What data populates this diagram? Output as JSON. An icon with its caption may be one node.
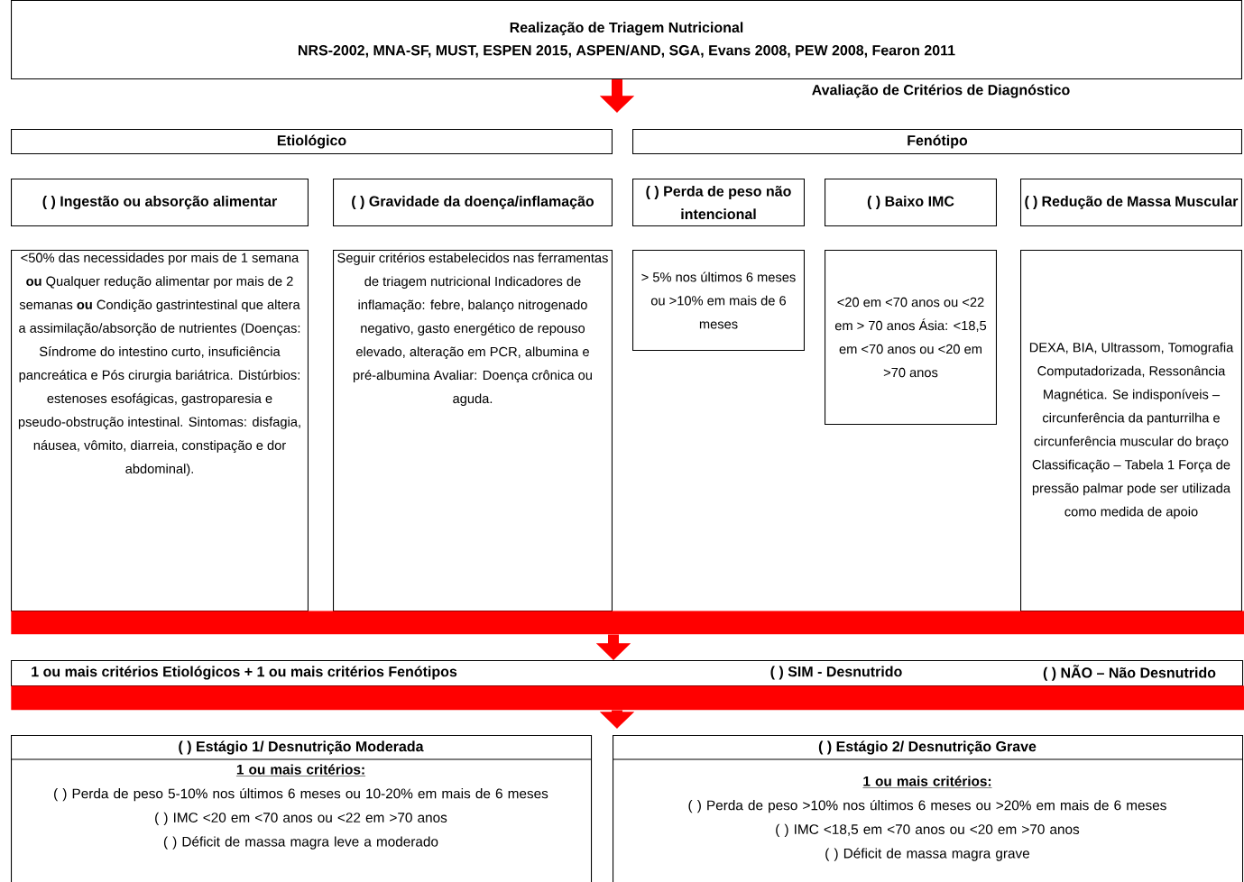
{
  "diagram": {
    "nodes": [
      {
        "text": [
          "Realização de Triagem Nutricional",
          "NRS-2002, MNA-SF, MUST, ESPEN 2015, ASPEN/AND, SGA, Evans 2008, PEW 2008, Fearon 2011"
        ]
      },
      {
        "text": [
          "Etiológico"
        ]
      },
      {
        "text": [
          "Fenótipo"
        ]
      },
      {
        "text": [
          "( ) Ingestão ou absorção alimentar"
        ]
      },
      {
        "text": [
          "( ) Gravidade da doença/inflamação"
        ]
      },
      {
        "text": [
          "( ) Perda de peso não intencional"
        ]
      },
      {
        "text": [
          "( ) Baixo IMC"
        ]
      },
      {
        "text": [
          "( ) Redução de Massa Muscular"
        ]
      },
      {
        "text": [
          "<50% das necessidades por mais de 1 semana **ou** Qualquer redução alimentar por mais de 2 semanas **ou** Condição gastrintestinal que altera a assimilação/absorção de nutrientes (Doenças: Síndrome do intestino curto, insuficiência pancreática e Pós cirurgia bariátrica. Distúrbios: estenoses esofágicas, gastroparesia e pseudo-obstrução intestinal. Sintomas: disfagia, náusea, vômito, diarreia, constipação e dor abdominal)."
        ]
      },
      {
        "text": [
          "Seguir critérios estabelecidos nas ferramentas de triagem nutricional Indicadores de inflamação: febre, balanço nitrogenado negativo, gasto energético de repouso elevado, alteração em PCR, albumina e pré-albumina Avaliar: Doença crônica ou aguda."
        ]
      },
      {
        "text": [
          "> 5% nos últimos 6 meses ou >10% em mais de 6 meses"
        ]
      },
      {
        "text": [
          "<20 em <70 anos ou <22 em > 70 anos Ásia: <18,5 em <70 anos ou <20 em >70 anos"
        ]
      },
      {
        "text": [
          "DEXA, BIA, Ultrassom, Tomografia Computadorizada, Ressonância Magnética. Se indisponíveis – circunferência da panturrilha e circunferência muscular do braço Classificação – Tabela 1 Força de pressão palmar pode ser utilizada como medida de apoio"
        ]
      },
      {
        "text": [],
        "shape": "bar"
      },
      {
        "text": [
          "1 ou mais critérios Etiológicos + 1 ou mais critérios Fenótipos",
          "( ) SIM - Desnutrido",
          "( ) NÃO – Não Desnutrido"
        ]
      },
      {
        "text": [],
        "shape": "bar"
      },
      {
        "text": [
          "( ) Estágio 1/ Desnutrição Moderada",
          "1 ou mais critérios:",
          "( ) Perda de peso 5-10% nos últimos 6 meses ou 10-20% em mais de 6 meses",
          "( ) IMC <20 em <70 anos ou <22 em >70 anos",
          "( ) Déficit de massa magra leve a moderado"
        ]
      },
      {
        "text": [
          "( ) Estágio 2/ Desnutrição Grave",
          "1 ou mais critérios:",
          "( ) Perda de peso >10% nos últimos 6 meses ou >20% em mais de 6 meses",
          "( ) IMC <18,5 em <70 anos ou <20 em >70 anos",
          "( ) Déficit de massa magra grave"
        ]
      }
    ],
    "edges": [
      {
        "from": 0,
        "to": null,
        "arrow": "to"
      },
      {
        "from": 13,
        "to": 14,
        "arrow": "to"
      },
      {
        "from": 15,
        "to": null,
        "arrow": "to"
      }
    ],
    "labels": [
      "Avaliação de Critérios de Diagnóstico"
    ]
  }
}
